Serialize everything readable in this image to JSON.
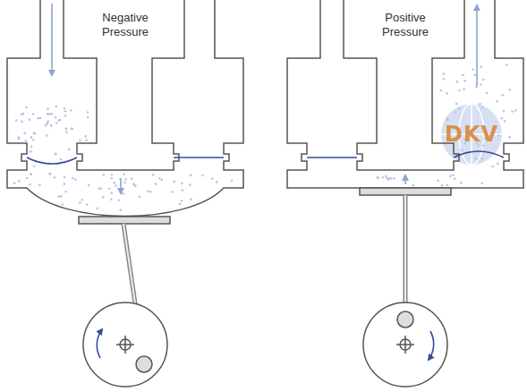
{
  "diagram": {
    "labels": [
      "Negative Pressure",
      "Positive Pressure",
      "DKV"
    ]
  }
}
